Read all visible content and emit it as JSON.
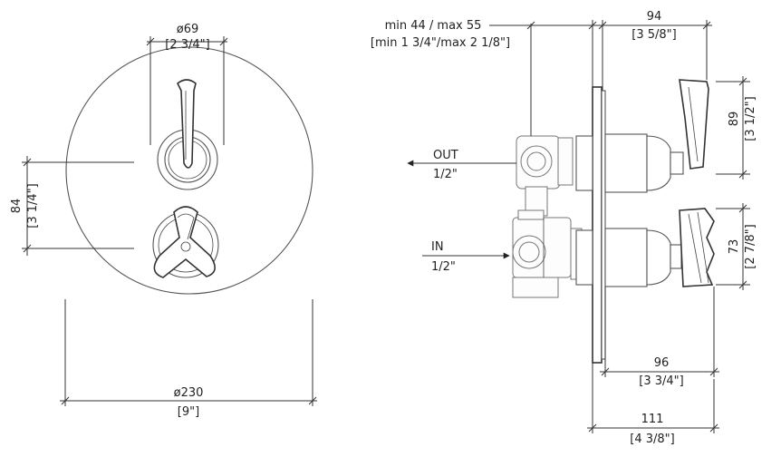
{
  "front_view": {
    "handle_diameter_label": "ø69",
    "handle_diameter_imperial": "[2 3/4\"]",
    "spacing_label": "84",
    "spacing_imperial": "[3 1/4\"]",
    "plate_diameter_label": "ø230",
    "plate_diameter_imperial": "[9\"]"
  },
  "side_view": {
    "wall_depth_label": "min 44 / max 55",
    "wall_depth_imperial": "[min 1 3/4\"/max 2 1/8\"]",
    "top_depth_label": "94",
    "top_depth_imperial": "[3 5/8\"]",
    "upper_height_label": "89",
    "upper_height_imperial": "[3 1/2\"]",
    "lower_height_label": "73",
    "lower_height_imperial": "[2 7/8\"]",
    "projection_label": "96",
    "projection_imperial": "[3 3/4\"]",
    "total_depth_label": "111",
    "total_depth_imperial": "[4 3/8\"]",
    "out_label": "OUT",
    "out_size": "1/2\"",
    "in_label": "IN",
    "in_size": "1/2\""
  }
}
